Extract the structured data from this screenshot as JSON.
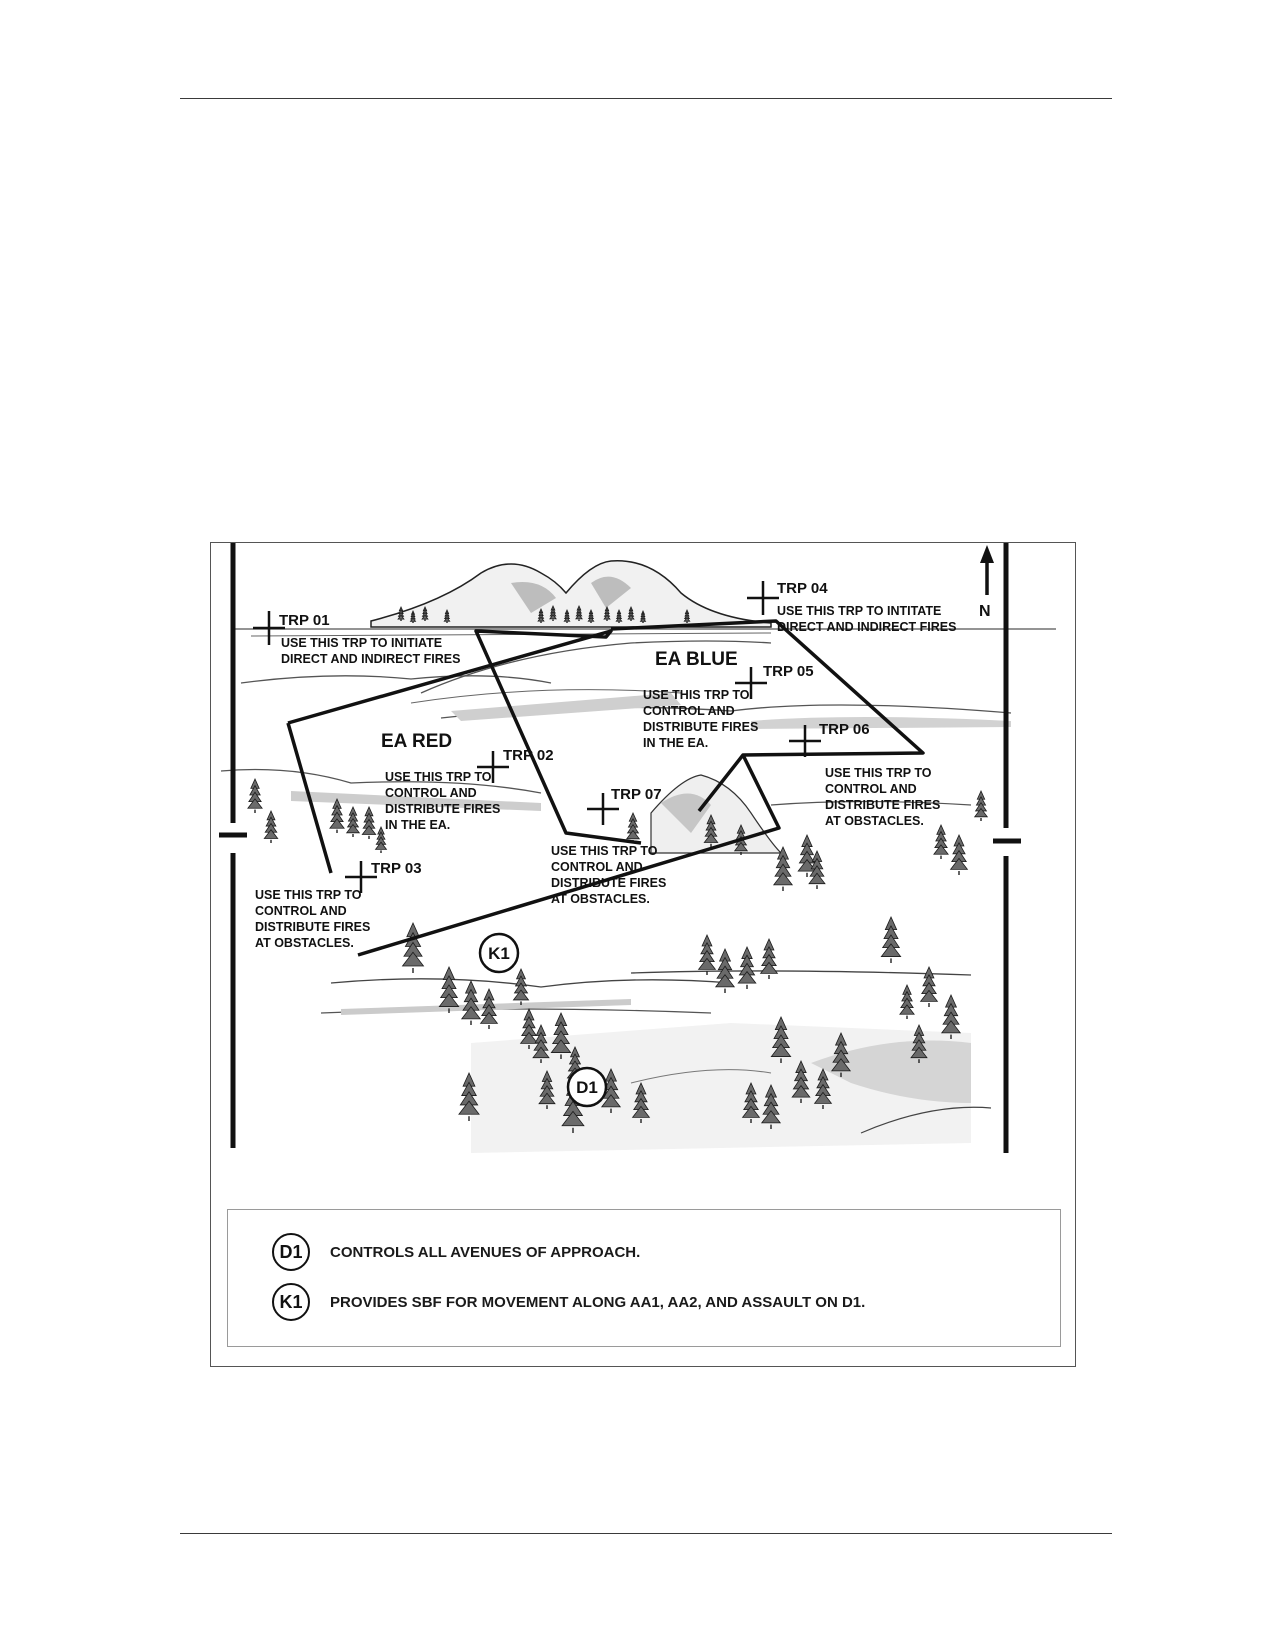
{
  "figure": {
    "north_label": "N",
    "engagement_areas": [
      {
        "id": "ea-red",
        "label": "EA RED"
      },
      {
        "id": "ea-blue",
        "label": "EA BLUE"
      }
    ],
    "trps": [
      {
        "label": "TRP 01",
        "note": [
          "USE THIS TRP TO INITIATE",
          "DIRECT AND INDIRECT FIRES"
        ]
      },
      {
        "label": "TRP 02",
        "note": [
          "USE THIS TRP TO",
          "CONTROL AND",
          "DISTRIBUTE FIRES",
          "IN THE EA."
        ]
      },
      {
        "label": "TRP 03",
        "note": [
          "USE THIS TRP TO",
          "CONTROL AND",
          "DISTRIBUTE FIRES",
          "AT OBSTACLES."
        ]
      },
      {
        "label": "TRP 04",
        "note": [
          "USE THIS TRP TO INTITATE",
          "DIRECT AND INDIRECT FIRES"
        ]
      },
      {
        "label": "TRP 05",
        "note": [
          "USE THIS TRP TO",
          "CONTROL AND",
          "DISTRIBUTE FIRES",
          "IN THE EA."
        ]
      },
      {
        "label": "TRP 06",
        "note": [
          "USE THIS TRP TO",
          "CONTROL AND",
          "DISTRIBUTE FIRES",
          "AT OBSTACLES."
        ]
      },
      {
        "label": "TRP 07",
        "note": [
          "USE THIS TRP TO",
          "CONTROL AND",
          "DISTRIBUTE FIRES",
          "AT OBSTACLES."
        ]
      }
    ],
    "positions": [
      {
        "label": "K1"
      },
      {
        "label": "D1"
      }
    ]
  },
  "legend": [
    {
      "badge": "D1",
      "text": "CONTROLS ALL AVENUES OF APPROACH."
    },
    {
      "badge": "K1",
      "text": "PROVIDES SBF FOR MOVEMENT ALONG AA1, AA2, AND ASSAULT ON D1."
    }
  ]
}
